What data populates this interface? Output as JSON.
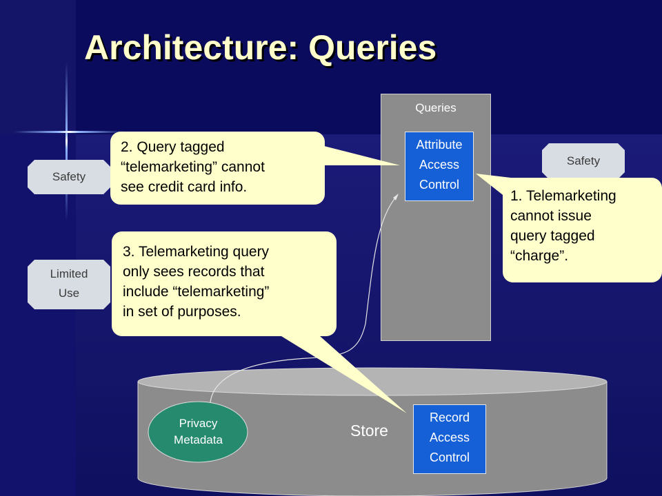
{
  "slide": {
    "title": "Architecture: Queries"
  },
  "queries_panel": {
    "label": "Queries",
    "attribute_access_control": [
      "Attribute",
      "Access",
      "Control"
    ]
  },
  "store": {
    "label": "Store",
    "privacy_metadata": [
      "Privacy",
      "Metadata"
    ],
    "record_access_control": [
      "Record",
      "Access",
      "Control"
    ]
  },
  "tags": {
    "safety_left": "Safety",
    "limited_use": [
      "Limited",
      "Use"
    ],
    "safety_right": "Safety"
  },
  "callouts": {
    "callout_1": [
      "1. Telemarketing",
      "cannot issue",
      "query tagged",
      "“charge”."
    ],
    "callout_2": [
      "2. Query tagged",
      "“telemarketing” cannot",
      "see credit card info."
    ],
    "callout_3": [
      "3. Telemarketing query",
      "only sees records that",
      "include “telemarketing”",
      "in set of purposes."
    ]
  },
  "colors": {
    "background": "#0b0b5e",
    "title": "#ffffcc",
    "callout_fill": "#ffffcc",
    "access_box": "#1560d6",
    "metadata_ellipse": "#268a6e",
    "queries_panel": "#8c8c8c",
    "store_cylinder": "#8c8c8c"
  }
}
